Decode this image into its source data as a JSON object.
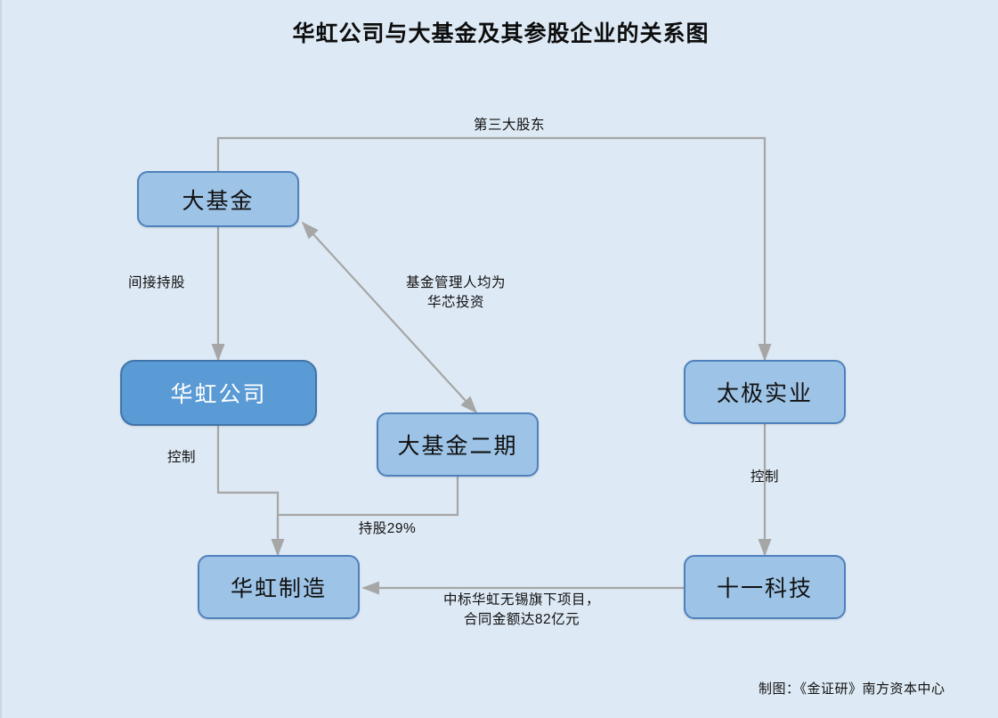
{
  "diagram": {
    "title": "华虹公司与大基金及其参股企业的关系图",
    "footer": "制图：《金证研》南方资本中心",
    "background_color": "#dde9f4",
    "node_fill": "#9dc3e6",
    "node_border": "#4f81bd",
    "accent_fill": "#5b9bd5",
    "connector_color": "#a6a6a6",
    "nodes": [
      {
        "id": "big-fund",
        "label": "大基金",
        "highlight": false
      },
      {
        "id": "huahong-company",
        "label": "华虹公司",
        "highlight": true
      },
      {
        "id": "big-fund-phase2",
        "label": "大基金二期",
        "highlight": false
      },
      {
        "id": "taiji-industry",
        "label": "太极实业",
        "highlight": false
      },
      {
        "id": "huahong-manufacturing",
        "label": "华虹制造",
        "highlight": false
      },
      {
        "id": "eleven-technology",
        "label": "十一科技",
        "highlight": false
      }
    ],
    "edges": [
      {
        "id": "third-largest-shareholder",
        "label": "第三大股东",
        "from": "big-fund",
        "to": "taiji-industry"
      },
      {
        "id": "indirect-holding",
        "label": "间接持股",
        "from": "big-fund",
        "to": "huahong-company"
      },
      {
        "id": "same-fund-manager",
        "label": "基金管理人均为\n华芯投资",
        "from": "big-fund-phase2",
        "to": "big-fund"
      },
      {
        "id": "control-huahong",
        "label": "控制",
        "from": "huahong-company",
        "to": "huahong-manufacturing"
      },
      {
        "id": "holding-29-percent",
        "label": "持股29%",
        "from": "big-fund-phase2",
        "to": "huahong-manufacturing"
      },
      {
        "id": "control-eleven",
        "label": "控制",
        "from": "taiji-industry",
        "to": "eleven-technology"
      },
      {
        "id": "contract-win",
        "label": "中标华虹无锡旗下项目，\n合同金额达82亿元",
        "from": "eleven-technology",
        "to": "huahong-manufacturing"
      }
    ]
  }
}
